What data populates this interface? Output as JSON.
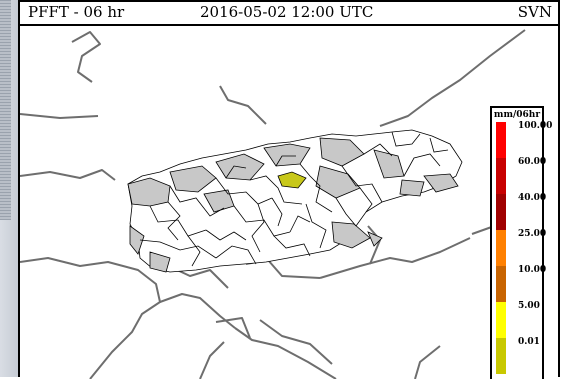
{
  "header": {
    "product": "PFFT - 06 hr",
    "valid_time": "2016-05-02 12:00 UTC",
    "region": "SVN"
  },
  "map": {
    "land_color": "#ffffff",
    "basin_outline_color": "#000000",
    "dry_basin_fill": "#c8c8c8",
    "highlight_basin_fill": "#c8c81a"
  },
  "legend": {
    "units": "mm/06hr",
    "levels": [
      {
        "label": "100.00",
        "color": "#ff0000"
      },
      {
        "label": "60.00",
        "color": "#c80000"
      },
      {
        "label": "40.00",
        "color": "#a00000"
      },
      {
        "label": "25.00",
        "color": "#ff8000"
      },
      {
        "label": "10.00",
        "color": "#c86400"
      },
      {
        "label": "5.00",
        "color": "#ffff00"
      },
      {
        "label": "0.01",
        "color": "#c8c800"
      }
    ]
  }
}
